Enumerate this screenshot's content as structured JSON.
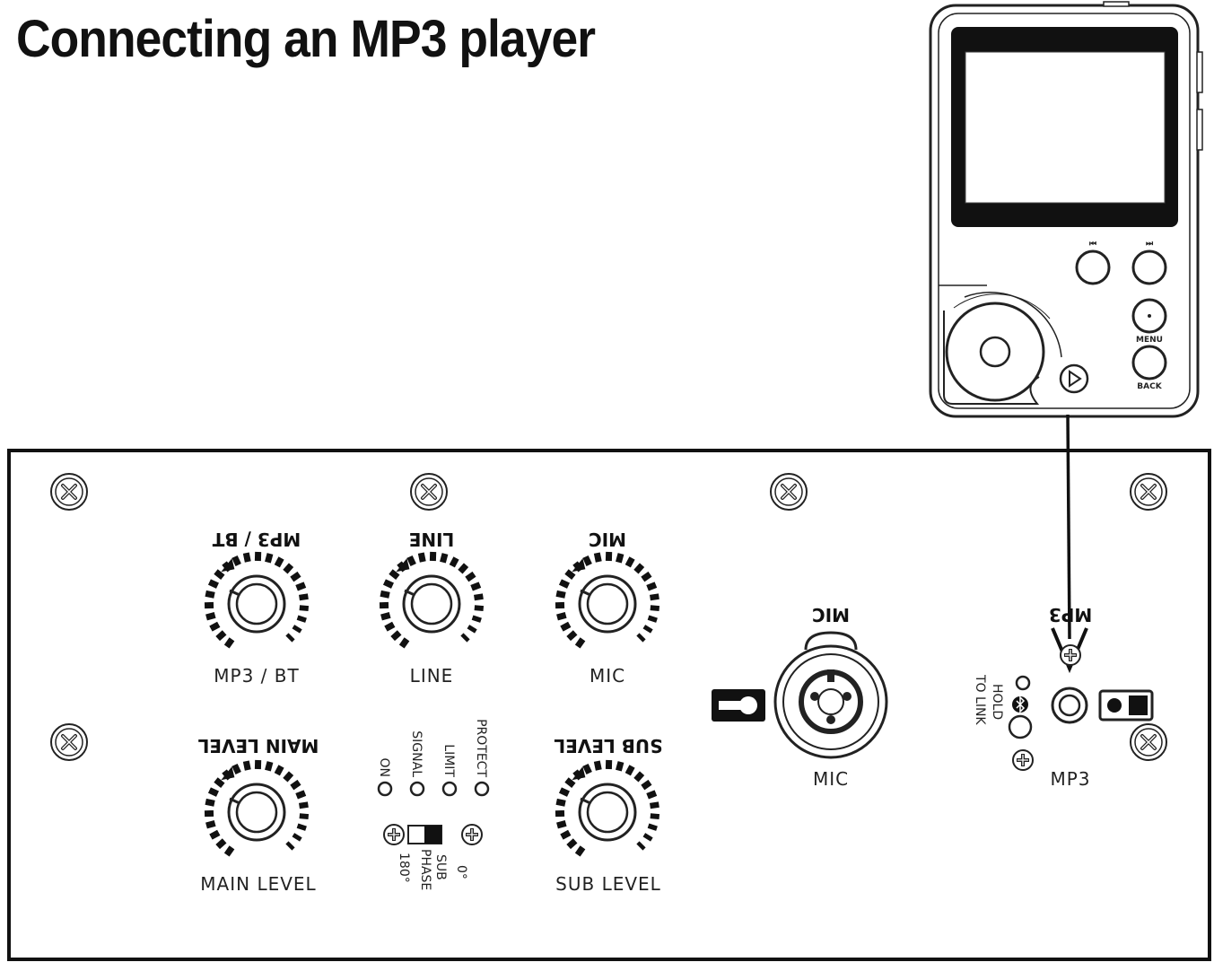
{
  "title": "Connecting an MP3 player",
  "player": {
    "prev_label": "⏮",
    "next_label": "⏭",
    "menu_label": "MENU",
    "back_label": "BACK"
  },
  "panel": {
    "knobs": [
      {
        "id": "mp3bt",
        "label": "MP3 / BT"
      },
      {
        "id": "line",
        "label": "LINE"
      },
      {
        "id": "mic",
        "label": "MIC"
      },
      {
        "id": "main",
        "label": "MAIN LEVEL"
      },
      {
        "id": "sub",
        "label": "SUB LEVEL"
      }
    ],
    "leds": [
      "ON",
      "SIGNAL",
      "LIMIT",
      "PROTECT"
    ],
    "phase_switch": {
      "line1": "SUB",
      "line2": "PHASE",
      "pos_a": "0°",
      "pos_b": "180°"
    },
    "mic_jack_label": "MIC",
    "mp3_jack_label": "MP3",
    "hold_label_1": "HOLD",
    "hold_label_2": "TO LINK"
  }
}
